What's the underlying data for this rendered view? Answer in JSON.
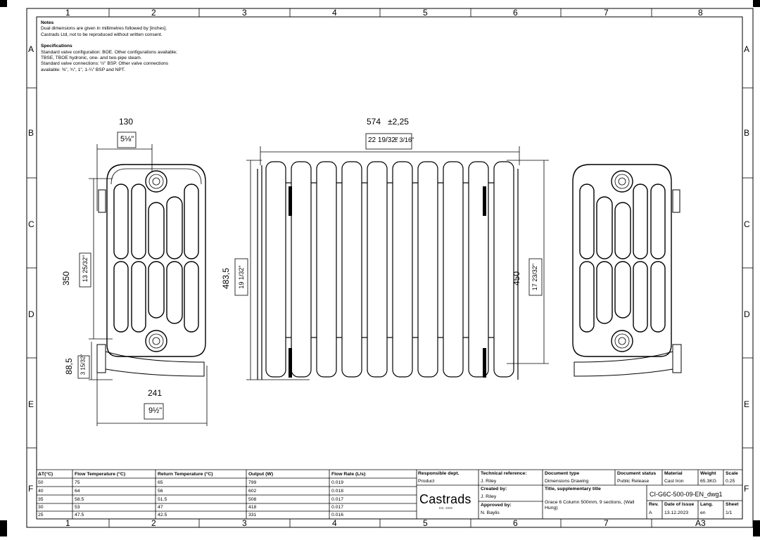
{
  "zones": {
    "columns": [
      "1",
      "2",
      "3",
      "4",
      "5",
      "6",
      "7",
      "8"
    ],
    "rows": [
      "A",
      "B",
      "C",
      "D",
      "E",
      "F"
    ]
  },
  "notes": {
    "heading": "Notes",
    "lines": [
      "Dual dimensions are given in millimetres followed by [inches].",
      "Castrads Ltd, not to be reproduced without written consent."
    ],
    "spec_heading": "Specifications",
    "spec_lines": [
      "Standard valve configuration: BOE. Other configurations available;",
      "TBSE, TBOE hydronic, one- and two-pipe steam.",
      "Standard valve connections: ½\" BSP. Other valve connections",
      "available: ⅜\", ¾\", 1\", 1-¼\" BSP and NPT."
    ]
  },
  "dimensions": {
    "side_depth_mm": "130",
    "side_depth_in": "5⅛\"",
    "front_length_mm": "574",
    "front_length_tol_mm": "±2,25",
    "front_length_in": "22 19/32\"",
    "front_length_tol_in": "± 3/16\"",
    "centers_mm": "350",
    "centers_in": "13 25/32\"",
    "height_mm": "483,5",
    "height_in": "19 1/32\"",
    "bottom_mm": "88,5",
    "bottom_in": "3 15/32\"",
    "base_mm": "241",
    "base_in": "9½\"",
    "right_height_mm": "450",
    "right_height_in": "17 23/32\""
  },
  "flow_table": {
    "headers": [
      "ΔT(°C)",
      "Flow Temperature (°C)",
      "Return Temperature (°C)",
      "Output (W)",
      "Flow Rate (L/s)"
    ],
    "rows": [
      [
        "50",
        "75",
        "65",
        "799",
        "0.019"
      ],
      [
        "40",
        "64",
        "56",
        "602",
        "0.018"
      ],
      [
        "35",
        "58.5",
        "51.5",
        "508",
        "0.017"
      ],
      [
        "30",
        "53",
        "47",
        "418",
        "0.017"
      ],
      [
        "25",
        "47.5",
        "42.5",
        "331",
        "0.016"
      ]
    ]
  },
  "title_block": {
    "responsible_dept_label": "Responsible dept.",
    "responsible_dept": "Product",
    "tech_ref_label": "Technical reference:",
    "tech_ref": "J. Riley",
    "created_by_label": "Created by:",
    "created_by": "J. Riley",
    "approved_by_label": "Approved by:",
    "approved_by": "N. Baylis",
    "doc_type_label": "Document type",
    "doc_type": "Dimensions Drawing",
    "doc_status_label": "Document status",
    "doc_status": "Public Release",
    "material_label": "Material",
    "material": "Cast Iron",
    "weight_label": "Weight",
    "weight": "65.3KG",
    "scale_label": "Scale",
    "scale": "0.25",
    "title_label": "Title, supplementary title",
    "drawing_number": "CI-G6C-500-09-EN_dwg1",
    "title_line1": "Grace 6 Column 500mm, 9 sections, (Wall",
    "title_line2": "Hung)",
    "rev_label": "Rev.",
    "rev": "A",
    "date_label": "Date of Issue",
    "date": "13.12.2023",
    "lang_label": "Lang.",
    "lang": "en",
    "sheet_label": "Sheet",
    "sheet": "1/1",
    "company": "Castrads",
    "est": "Est. 2006",
    "paper_size": "A3"
  }
}
